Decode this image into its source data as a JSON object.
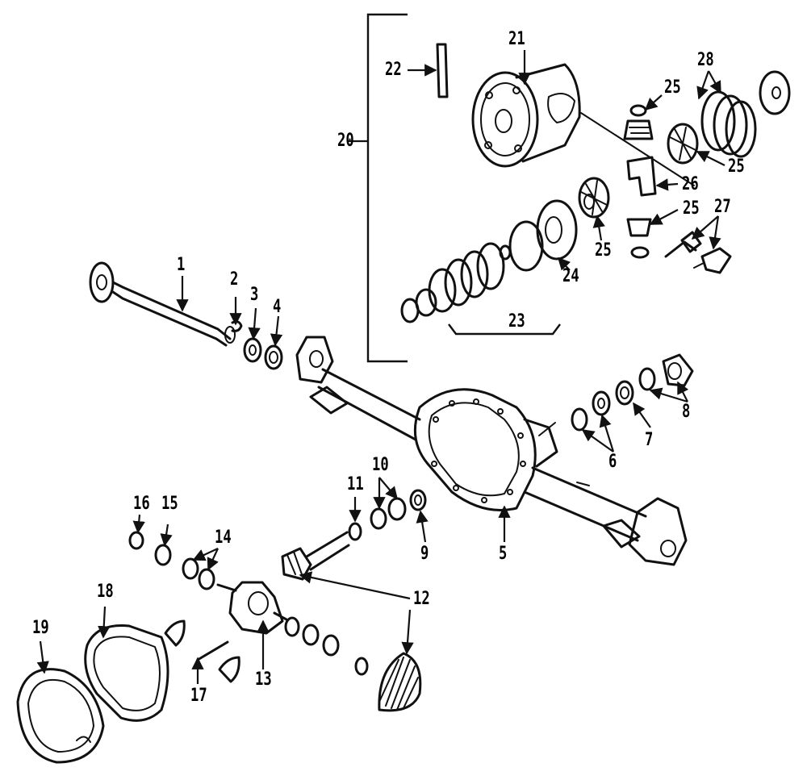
{
  "callouts": {
    "n1": "1",
    "n2": "2",
    "n3": "3",
    "n4": "4",
    "n5": "5",
    "n6": "6",
    "n7": "7",
    "n8": "8",
    "n9": "9",
    "n10": "10",
    "n11": "11",
    "n12": "12",
    "n13": "13",
    "n14": "14",
    "n15": "15",
    "n16": "16",
    "n17": "17",
    "n18": "18",
    "n19": "19",
    "n20": "20",
    "n21": "21",
    "n22": "22",
    "n23": "23",
    "n24": "24",
    "n25a": "25",
    "n25b": "25",
    "n25c": "25",
    "n25d": "25",
    "n26": "26",
    "n27": "27",
    "n28": "28"
  },
  "colors": {
    "ink": "#111111",
    "paper": "#ffffff"
  }
}
